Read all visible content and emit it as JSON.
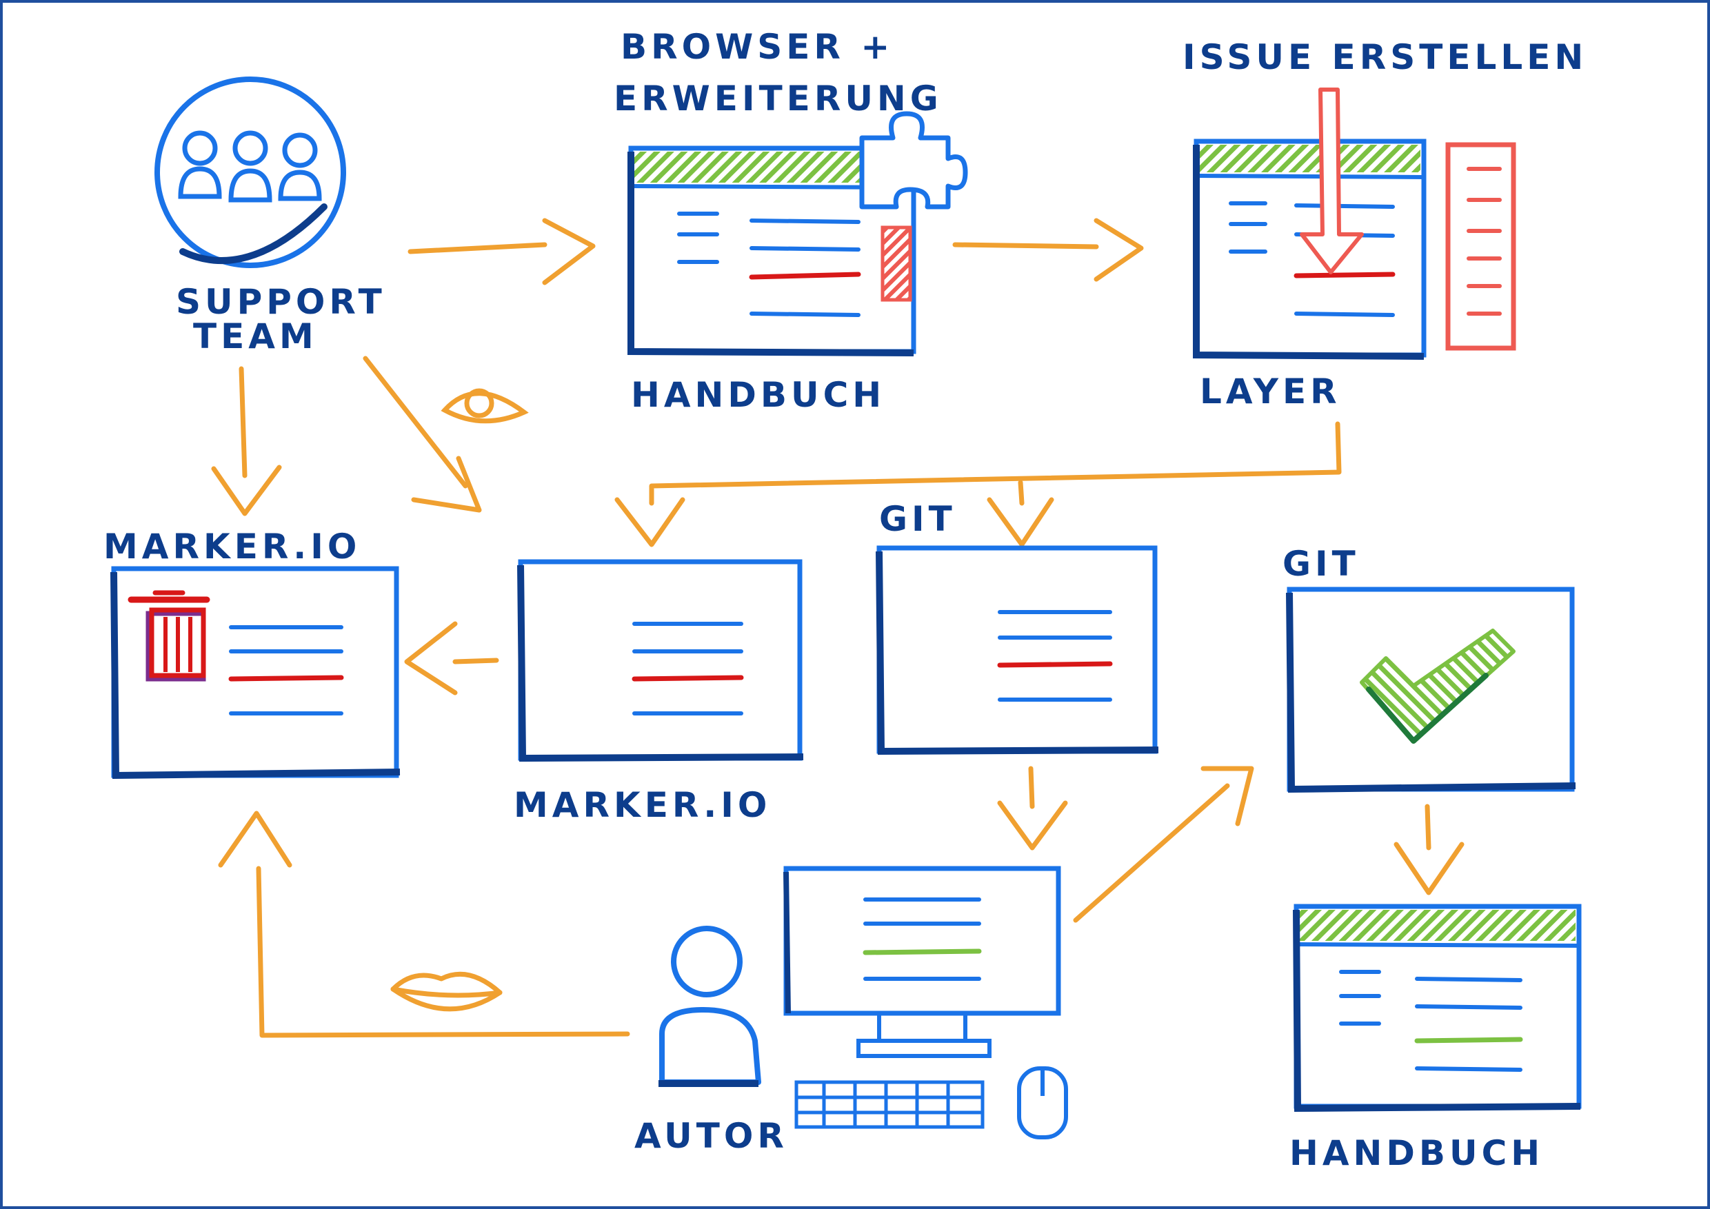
{
  "labels": {
    "support_team_1": "SUPPORT",
    "support_team_2": "TEAM",
    "browser_1": "BROWSER +",
    "browser_2": "ERWEITERUNG",
    "handbuch_top": "HANDBUCH",
    "issue_erstellen": "ISSUE ERSTELLEN",
    "layer": "LAYER",
    "marker_io_left": "MARKER.IO",
    "marker_io_mid": "MARKER.IO",
    "git_mid": "GIT",
    "git_right": "GIT",
    "autor": "AUTOR",
    "handbuch_bottom": "HANDBUCH"
  },
  "colors": {
    "dark_blue": "#0d3d8c",
    "blue": "#1a73e8",
    "orange": "#f0a030",
    "red": "#d81818",
    "salmon": "#ee5a52",
    "green": "#7cc142",
    "dark_green": "#1f7a3a",
    "purple": "#7b2d8e"
  },
  "icons": {
    "people": "people-group-icon",
    "eye": "eye-icon",
    "lips": "lips-icon",
    "puzzle": "puzzle-piece-icon",
    "trash": "trash-can-icon",
    "check": "checkmark-icon",
    "person": "person-icon",
    "monitor": "desktop-computer-icon",
    "keyboard": "keyboard-icon",
    "mouse": "mouse-icon"
  }
}
